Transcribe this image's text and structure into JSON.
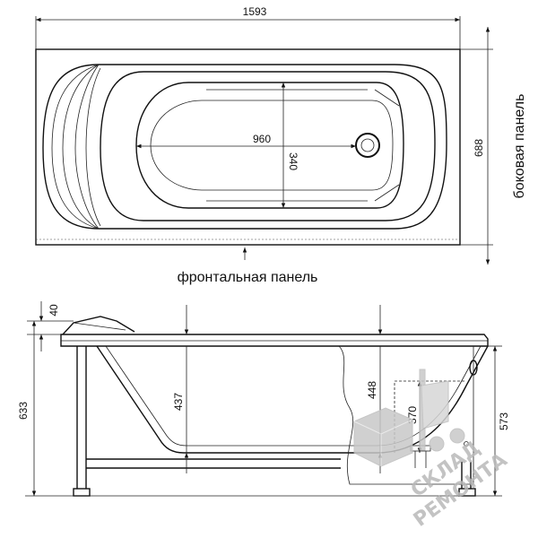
{
  "plan_view": {
    "dims": {
      "length": "1593",
      "width": "688",
      "inner_length": "960",
      "inner_width": "340"
    },
    "labels": {
      "side_panel": "боковая панель",
      "front_panel": "фронтальная панель"
    }
  },
  "side_view": {
    "dims": {
      "rim": "40",
      "total_height": "633",
      "depth_left": "437",
      "depth_right": "448",
      "overflow_height": "370",
      "leg_height": "573"
    }
  },
  "watermark": {
    "line1": "СКЛАД",
    "line2": "РЕМОНТА"
  }
}
